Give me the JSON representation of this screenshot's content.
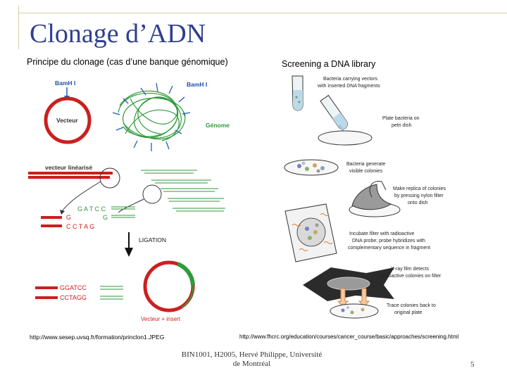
{
  "slide": {
    "title": "Clonage d’ADN",
    "page_number": "5",
    "footer_line1": "BIN1001, H2005, Hervé Philippe, Université",
    "footer_line2": "de Montréal"
  },
  "left_panel": {
    "heading": "Principe du clonage (cas d’une banque génomique)",
    "bamh1_left": "BamH I",
    "bamh1_right": "BamH I",
    "vecteur": "Vecteur",
    "genome": "Génome",
    "vecteur_linearise": "vecteur linéarisé",
    "seq_gatcc": "G A T C C",
    "seq_g_left": "G",
    "seq_g_right": "G",
    "seq_cctag": "C C T A G",
    "ligation": "LIGATION",
    "seq_ggatcc": "GGATCC",
    "seq_cctagg": "CCTAGG",
    "vecteur_insert": "Vecteur + insert",
    "source_url": "http://www.sesep.uvsq.fr/formation/princlon1.JPEG"
  },
  "right_panel": {
    "heading": "Screening a DNA library",
    "step1_a": "Bacteria carrying vectors",
    "step1_b": "with inserted DNA fragments",
    "step2_a": "Plate bacteria on",
    "step2_b": "petri dish",
    "step3_a": "Bacteria generate",
    "step3_b": "visible colonies",
    "step4_a": "Make replica of colonies",
    "step4_b": "by pressing nylon filter",
    "step4_c": "onto dish",
    "step5_a": "Incubate filter with radioactive",
    "step5_b": "DNA probe; probe hybridizes with",
    "step5_c": "complementary sequence in fragment",
    "step6_a": "X-ray film detects",
    "step6_b": "radioactive colonies on filter",
    "step7_a": "Trace colonies back to",
    "step7_b": "original plate",
    "source_url": "http://www.fhcrc.org/education/courses/cancer_course/basic/approaches/screening.html"
  },
  "colors": {
    "title": "#2f3f8f",
    "vector_red": "#cc1f1f",
    "genome_green": "#2e9a3a",
    "arrow_blue": "#1f5fbf",
    "bamh_blue": "#1f4fa8"
  }
}
